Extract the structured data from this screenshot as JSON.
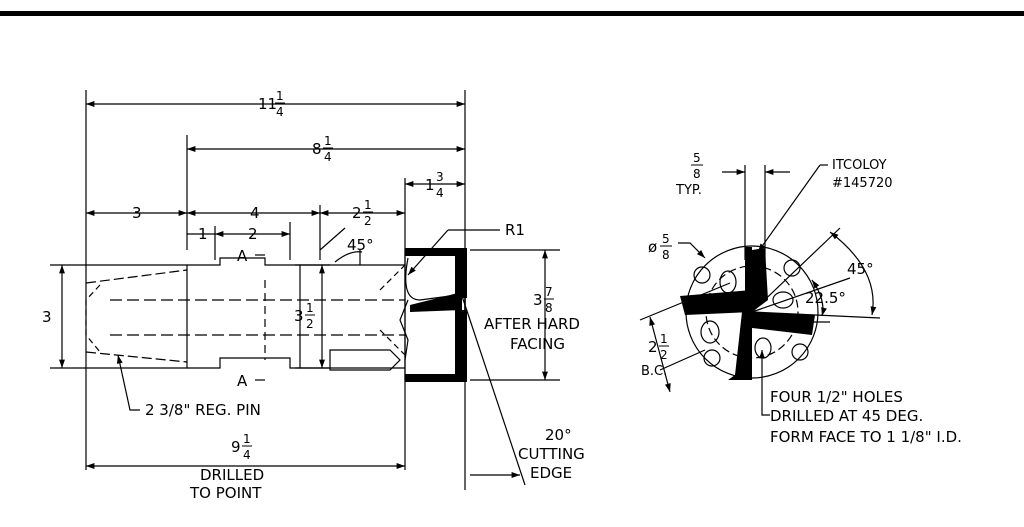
{
  "drawing": {
    "side_view": {
      "overall_length": {
        "whole": "11",
        "num": "1",
        "den": "4"
      },
      "body_length": {
        "whole": "8",
        "num": "1",
        "den": "4"
      },
      "head_length": {
        "whole": "1",
        "num": "3",
        "den": "4"
      },
      "pin_length": "3",
      "section_length": "4",
      "neck_length": {
        "whole": "2",
        "num": "1",
        "den": "2"
      },
      "step_1": "1",
      "step_2": "2",
      "chamfer_angle": "45°",
      "radius": "R1",
      "section_mark_top": "A",
      "section_mark_bottom": "A",
      "pin_diameter": "3",
      "body_diameter": {
        "whole": "3",
        "num": "1",
        "den": "2"
      },
      "head_diameter": {
        "whole": "3",
        "num": "7",
        "den": "8"
      },
      "hard_facing_note": [
        "AFTER HARD",
        "FACING"
      ],
      "pin_note": "2 3/8\" REG. PIN",
      "drill_length": {
        "whole": "9",
        "num": "1",
        "den": "4"
      },
      "drill_note": [
        "DRILLED",
        "TO POINT"
      ],
      "cutting_note": [
        "20°",
        "CUTTING",
        "EDGE"
      ]
    },
    "end_view": {
      "insert_width": {
        "num": "5",
        "den": "8",
        "suffix": "TYP."
      },
      "material_note": [
        "ITCOLOY",
        "#145720"
      ],
      "hole_dia": {
        "prefix": "ø",
        "num": "5",
        "den": "8"
      },
      "bolt_circle": {
        "whole": "2",
        "num": "1",
        "den": "2",
        "suffix": "B.C."
      },
      "angle_45": "45°",
      "angle_22": "22.5°",
      "holes_note": [
        "FOUR 1/2\" HOLES",
        "DRILLED AT 45 DEG.",
        "FORM FACE TO 1 1/8\" I.D."
      ]
    }
  }
}
